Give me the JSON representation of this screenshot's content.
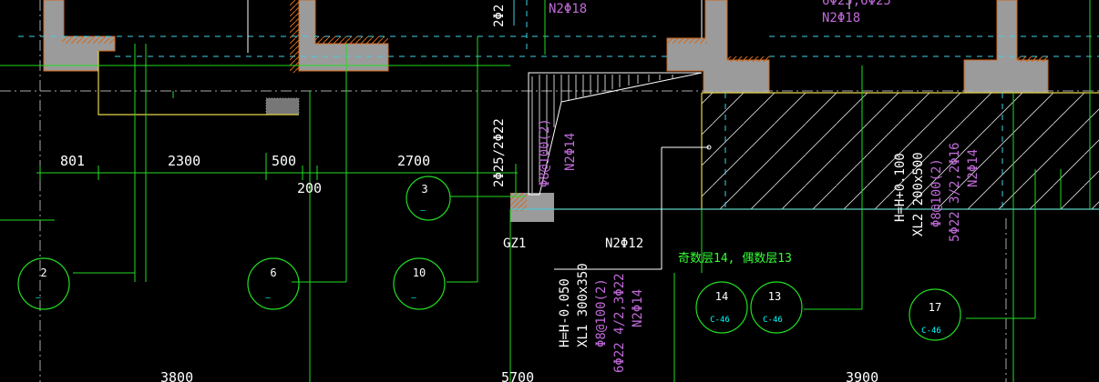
{
  "dimensions": {
    "d801": "801",
    "d2300": "2300",
    "d500": "500",
    "d2700": "2700",
    "d200": "200",
    "d3800": "3800",
    "d5700": "5700",
    "d3900": "3900"
  },
  "bubbles": {
    "b2": "2",
    "b6": "6",
    "b10": "10",
    "b3": "3",
    "b14": "14",
    "b13": "13",
    "b17": "17",
    "b14_sub": "C-46",
    "b13_sub": "C-46",
    "b17_sub": "C-46",
    "dash": "—"
  },
  "labels": {
    "gz1": "GZ1",
    "n2_12": "N2Φ12",
    "floors_note": "奇数层14, 偶数层13",
    "top_n2_18_a": "N2Φ18",
    "top_n2_18_b": "N2Φ18",
    "top_right_partial": "6Φ25,6Φ25",
    "top_left_vert": "2Φ2",
    "col_vert_main": "2Φ25/2Φ22",
    "stirrup_vert": "Φ8@100(2)",
    "n2_14_vert": "N2Φ14"
  },
  "xl1": {
    "line1": "H=H-0.050",
    "line2": "XL1 300x350",
    "line3": "Φ8@100(2)",
    "line4": "6Φ22 4/2,3Φ22",
    "line5": "N2Φ14"
  },
  "xl2": {
    "line1": "H=H+0.100",
    "line2": "XL2 200x500",
    "line3": "Φ8@100(2)",
    "line4": "5Φ22 3/2,2Φ16",
    "line5": "N2Φ14"
  },
  "colors": {
    "background": "#000000",
    "wall": "#9b9b9b",
    "wall_edge": "#d2691e",
    "green": "#22dd22",
    "cyan": "#3fd0e6",
    "yellow": "#e6d44a",
    "magenta": "#c06ad8",
    "white": "#ffffff"
  }
}
